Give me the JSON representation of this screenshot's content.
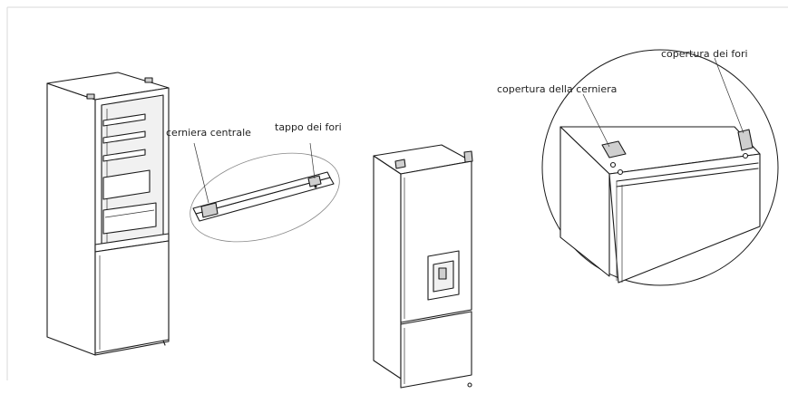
{
  "labels": {
    "center_hinge": "cerniera centrale",
    "hole_plug": "tappo dei fori",
    "hinge_cover": "copertura della cerniera",
    "hole_cover": "copertura dei fori"
  },
  "colors": {
    "line": "#1a1a1a",
    "border": "#d9d9d9",
    "background": "#ffffff"
  }
}
